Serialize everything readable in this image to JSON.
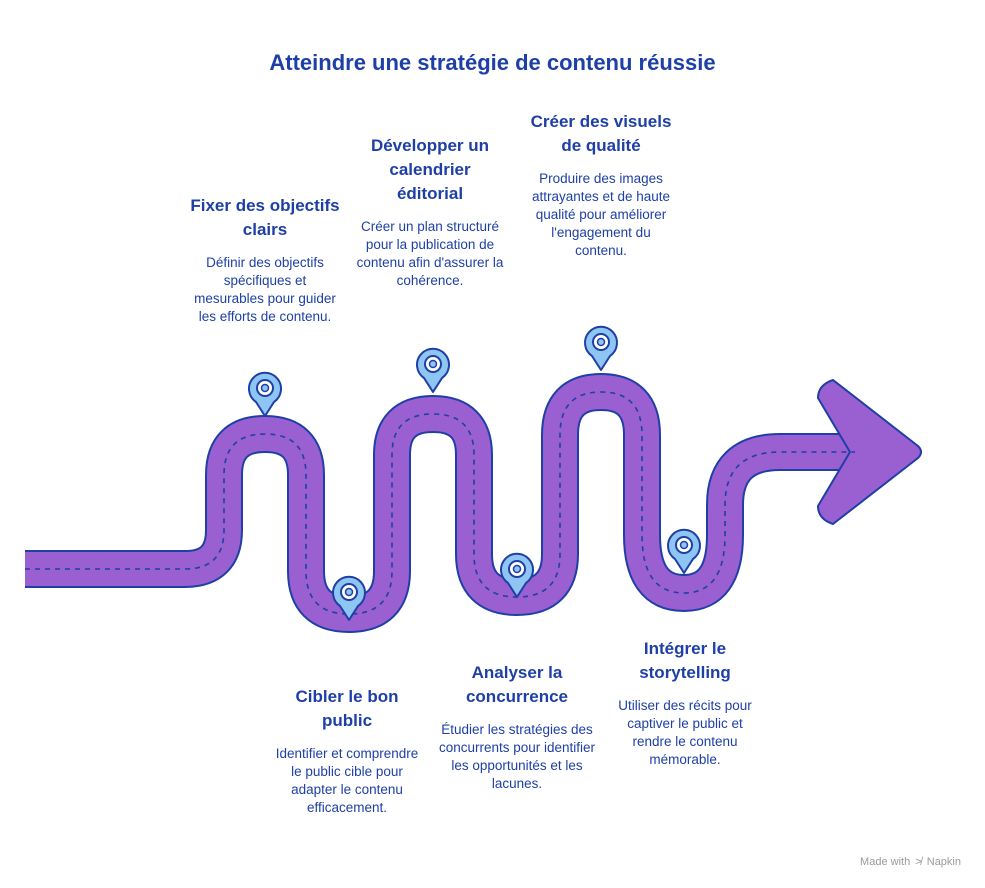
{
  "title": "Atteindre une stratégie de contenu réussie",
  "steps": [
    {
      "title": "Fixer des objectifs clairs",
      "desc": "Définir des objectifs spécifiques et mesurables pour guider les efforts de contenu."
    },
    {
      "title": "Cibler le bon public",
      "desc": "Identifier et comprendre le public cible pour adapter le contenu efficacement."
    },
    {
      "title": "Développer un calendrier éditorial",
      "desc": "Créer un plan structuré pour la publication de contenu afin d'assurer la cohérence."
    },
    {
      "title": "Analyser la concurrence",
      "desc": "Étudier les stratégies des concurrents pour identifier les opportunités et les lacunes."
    },
    {
      "title": "Créer des visuels de qualité",
      "desc": "Produire des images attrayantes et de haute qualité pour améliorer l'engagement du contenu."
    },
    {
      "title": "Intégrer le storytelling",
      "desc": "Utiliser des récits pour captiver le public et rendre le contenu mémorable."
    }
  ],
  "footer": {
    "prefix": "Made with",
    "brand": "Napkin"
  },
  "colors": {
    "road": "#9a5fd0",
    "outline": "#1e3fa6",
    "pin": "#8ec5f2",
    "text": "#1e3fa6"
  }
}
